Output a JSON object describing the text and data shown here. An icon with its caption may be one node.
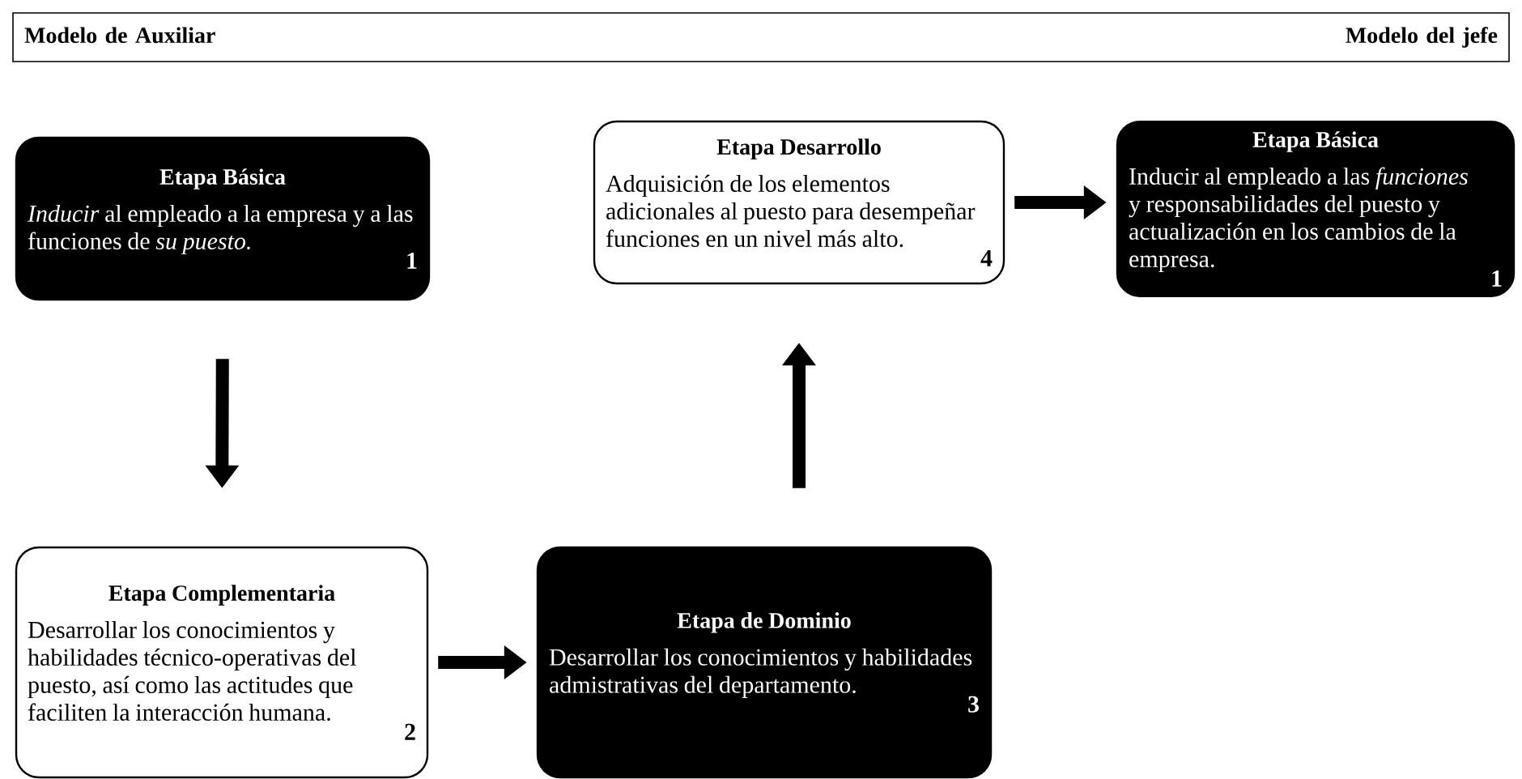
{
  "diagram": {
    "nodes": [
      {
        "text": [
          "Modelo de Auxiliar",
          "Modelo del jefe"
        ]
      },
      {
        "text": [
          "Etapa Básica",
          "*Inducir* al empleado a la empresa y a las funciones de *su puesto.*",
          "1"
        ]
      },
      {
        "text": [
          "Etapa Desarrollo",
          "Adquisición de los elementos adicionales al puesto para desempeñar funciones en un nivel más alto.",
          "4"
        ]
      },
      {
        "text": [
          "Etapa Básica",
          "Inducir al empleado a las *funciones* y responsabilidades del puesto y actualización en los cambios de la empresa.",
          "1"
        ]
      },
      {
        "text": [
          "Etapa Complementaria",
          "Desarrollar los conocimientos y habilidades técnico-operativas del puesto, así como las actitudes que faciliten la interacción humana.",
          "2"
        ]
      },
      {
        "text": [
          "Etapa de Dominio",
          "Desarrollar los conocimientos y habilidades admistrativas del departamento.",
          "3"
        ]
      }
    ],
    "edges": [
      {
        "from": 1,
        "to": 4,
        "arrow": "to"
      },
      {
        "from": 4,
        "to": 5,
        "arrow": "to"
      },
      {
        "from": 5,
        "to": 2,
        "arrow": "to"
      },
      {
        "from": 2,
        "to": 3,
        "arrow": "to"
      }
    ]
  }
}
